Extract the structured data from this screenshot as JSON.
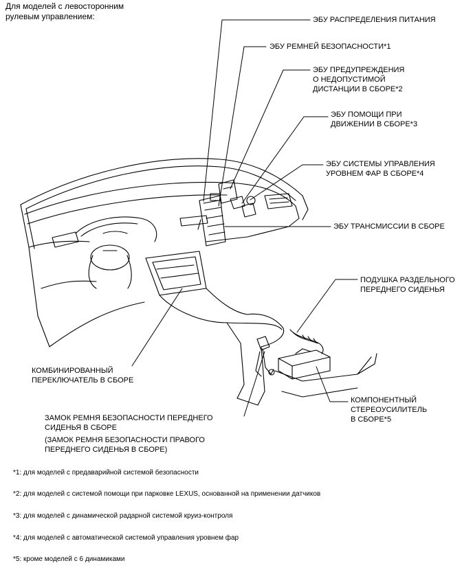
{
  "header": {
    "line1": "Для моделей с левосторонним",
    "line2": "рулевым управлением:"
  },
  "labels": {
    "power_ecu": "ЭБУ РАСПРЕДЕЛЕНИЯ ПИТАНИЯ",
    "seatbelt_ecu": "ЭБУ РЕМНЕЙ БЕЗОПАСНОСТИ*1",
    "distance_ecu_1": "ЭБУ ПРЕДУПРЕЖДЕНИЯ",
    "distance_ecu_2": "О НЕДОПУСТИМОЙ",
    "distance_ecu_3": "ДИСТАНЦИИ В СБОРЕ*2",
    "driving_ecu_1": "ЭБУ ПОМОЩИ ПРИ",
    "driving_ecu_2": "ДВИЖЕНИИ В СБОРЕ*3",
    "headlight_ecu_1": "ЭБУ СИСТЕМЫ УПРАВЛЕНИЯ",
    "headlight_ecu_2": "УРОВНЕМ ФАР В СБОРЕ*4",
    "transmission_ecu": "ЭБУ ТРАНСМИССИИ В СБОРЕ",
    "seat_cushion_1": "ПОДУШКА РАЗДЕЛЬНОГО",
    "seat_cushion_2": "ПЕРЕДНЕГО СИДЕНЬЯ",
    "combo_switch_1": "КОМБИНИРОВАННЫЙ",
    "combo_switch_2": "ПЕРЕКЛЮЧАТЕЛЬ В СБОРЕ",
    "amplifier_1": "КОМПОНЕНТНЫЙ",
    "amplifier_2": "СТЕРЕОУСИЛИТЕЛЬ",
    "amplifier_3": "В СБОРЕ*5",
    "buckle_1": "ЗАМОК РЕМНЯ БЕЗОПАСНОСТИ ПЕРЕДНЕГО",
    "buckle_2": "СИДЕНЬЯ В СБОРЕ",
    "buckle_alt_1": "(ЗАМОК РЕМНЯ БЕЗОПАСНОСТИ ПРАВОГО",
    "buckle_alt_2": "ПЕРЕДНЕГО СИДЕНЬЯ В СБОРЕ)"
  },
  "footnotes": [
    "*1: для моделей с предаварийной системой безопасности",
    "*2: для моделей с системой помощи при парковке LEXUS, основанной на применении датчиков",
    "*3: для моделей с динамической радарной системой круиз-контроля",
    "*4: для моделей с автоматической системой управления уровнем фар",
    "*5: кроме моделей с 6 динамиками"
  ]
}
